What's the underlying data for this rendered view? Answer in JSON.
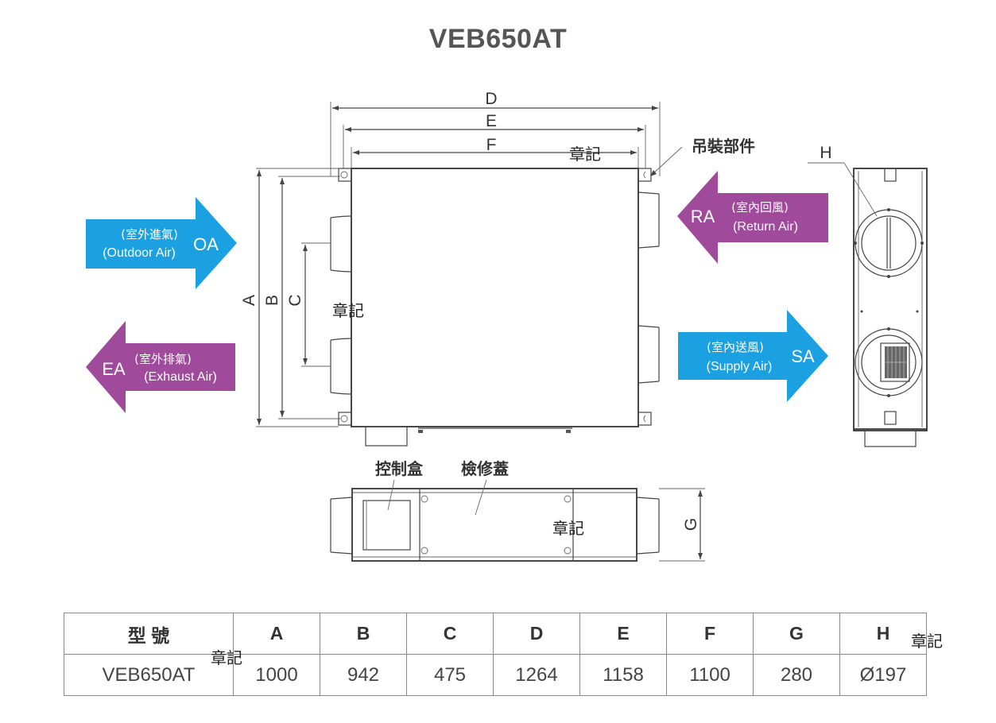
{
  "title": "VEB650AT",
  "colors": {
    "intake_blue": "#1BA1E2",
    "exhaust_purple": "#A04A9C",
    "line": "#444444",
    "text": "#444444"
  },
  "dimension_labels": {
    "A": "A",
    "B": "B",
    "C": "C",
    "D": "D",
    "E": "E",
    "F": "F",
    "G": "G",
    "H": "H"
  },
  "callouts": {
    "hanging_parts": "吊裝部件",
    "control_box": "控制盒",
    "access_cover": "檢修蓋"
  },
  "airflows": {
    "oa": {
      "code": "OA",
      "cn": "(室外進氣)",
      "en": "(Outdoor Air)",
      "direction": "right"
    },
    "ea": {
      "code": "EA",
      "cn": "(室外排氣)",
      "en": "(Exhaust Air)",
      "direction": "left"
    },
    "ra": {
      "code": "RA",
      "cn": "(室內回風)",
      "en": "(Return Air)",
      "direction": "left"
    },
    "sa": {
      "code": "SA",
      "cn": "(室內送風)",
      "en": "(Supply Air)",
      "direction": "right"
    }
  },
  "stamps": {
    "text": "章記"
  },
  "spec_table": {
    "headers": [
      "型 號",
      "A",
      "B",
      "C",
      "D",
      "E",
      "F",
      "G",
      "H"
    ],
    "rows": [
      [
        "VEB650AT",
        "1000",
        "942",
        "475",
        "1264",
        "1158",
        "1100",
        "280",
        "Ø197"
      ]
    ]
  }
}
